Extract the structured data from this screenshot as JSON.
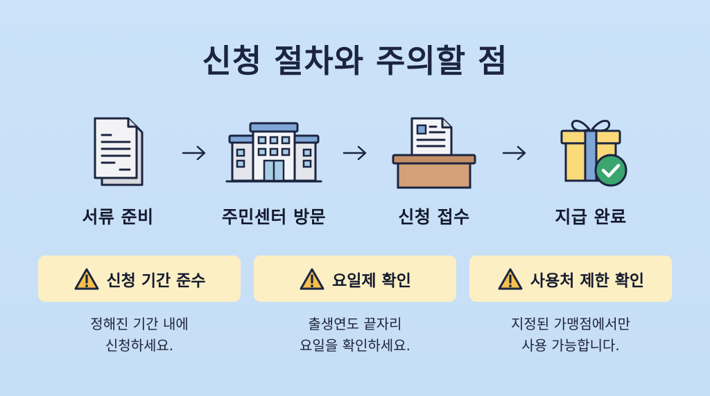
{
  "title": "신청 절차와 주의할 점",
  "colors": {
    "background": "#c9e1f8",
    "text_dark": "#1b2440",
    "notice_banner": "#fcefc4",
    "warning_yellow": "#f5c04e",
    "gift_yellow": "#f9d97a",
    "ribbon_blue": "#7fa6d6",
    "desk_brown": "#d4a078",
    "check_green": "#3aa56e"
  },
  "steps": [
    {
      "label": "서류 준비",
      "icon": "document-icon"
    },
    {
      "label": "주민센터 방문",
      "icon": "building-icon"
    },
    {
      "label": "신청 접수",
      "icon": "submission-desk-icon"
    },
    {
      "label": "지급 완료",
      "icon": "gift-check-icon"
    }
  ],
  "arrows": [
    "→",
    "→",
    "→"
  ],
  "notices": [
    {
      "heading": "신청 기간 준수",
      "line1": "정해진 기간 내에",
      "line2": "신청하세요.",
      "icon": "warning-icon"
    },
    {
      "heading": "요일제 확인",
      "line1": "출생연도 끝자리",
      "line2": "요일을 확인하세요.",
      "icon": "warning-icon"
    },
    {
      "heading": "사용처 제한 확인",
      "line1": "지정된 가맹점에서만",
      "line2": "사용 가능합니다.",
      "icon": "warning-icon"
    }
  ]
}
